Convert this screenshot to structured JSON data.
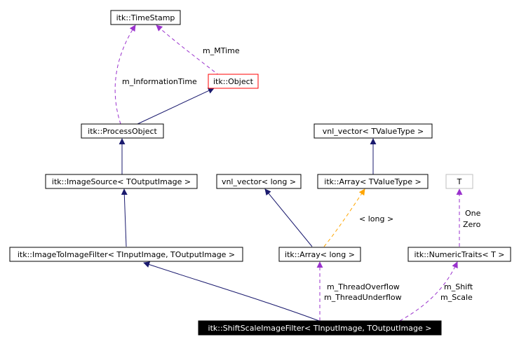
{
  "nodes": {
    "timestamp": "itk::TimeStamp",
    "object": "itk::Object",
    "process_object": "itk::ProcessObject",
    "vnl_vector_tvalue": "vnl_vector< TValueType >",
    "image_source": "itk::ImageSource< TOutputImage >",
    "vnl_vector_long": "vnl_vector< long >",
    "array_tvalue": "itk::Array< TValueType >",
    "t": "T",
    "image_to_image": "itk::ImageToImageFilter< TInputImage, TOutputImage >",
    "array_long": "itk::Array< long >",
    "numeric_traits": "itk::NumericTraits< T >",
    "shift_scale": "itk::ShiftScaleImageFilter< TInputImage, TOutputImage >"
  },
  "edge_labels": {
    "m_mtime": "m_MTime",
    "m_information_time": "m_InformationTime",
    "long_template": "< long >",
    "one": "One",
    "zero": "Zero",
    "thread_overflow": "m_ThreadOverflow",
    "thread_underflow": "m_ThreadUnderflow",
    "m_shift": "m_Shift",
    "m_scale": "m_Scale"
  },
  "colors": {
    "inheritance": "#1a1a6e",
    "usage": "#9a32cd",
    "template": "#ffa500",
    "highlight_border": "#ff0000"
  }
}
